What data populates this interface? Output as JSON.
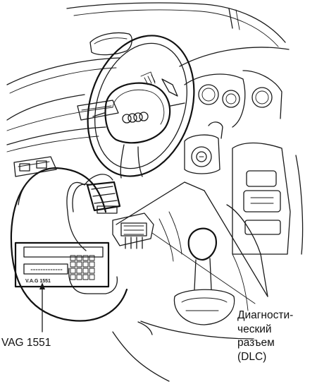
{
  "labels": {
    "dlc_lines": [
      "Диагности-",
      "ческий",
      "разъем",
      "(DLC)"
    ],
    "vag": "VAG 1551"
  },
  "tester": {
    "screen_text": "V.A.G 1551"
  },
  "colors": {
    "ink": "#1a1a1a",
    "background": "#ffffff",
    "screen_fill": "#e9e9e9"
  },
  "icons": {
    "steering_badge": "four-rings-logo"
  }
}
